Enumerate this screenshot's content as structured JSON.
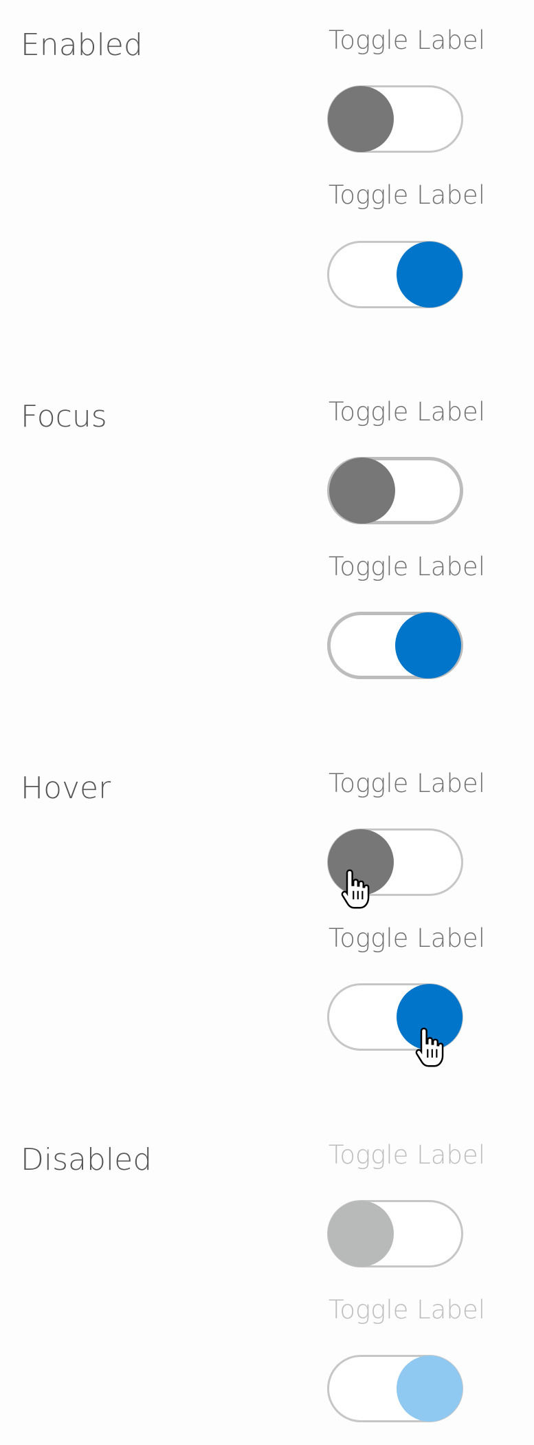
{
  "sections": [
    {
      "title": "Enabled",
      "toggles": [
        {
          "label": "Toggle Label",
          "state": "off"
        },
        {
          "label": "Toggle Label",
          "state": "on"
        }
      ]
    },
    {
      "title": "Focus",
      "toggles": [
        {
          "label": "Toggle Label",
          "state": "off"
        },
        {
          "label": "Toggle Label",
          "state": "on"
        }
      ]
    },
    {
      "title": "Hover",
      "toggles": [
        {
          "label": "Toggle Label",
          "state": "off"
        },
        {
          "label": "Toggle Label",
          "state": "on"
        }
      ]
    },
    {
      "title": "Disabled",
      "toggles": [
        {
          "label": "Toggle Label",
          "state": "off"
        },
        {
          "label": "Toggle Label",
          "state": "on"
        }
      ]
    }
  ],
  "colors": {
    "text": "#555555",
    "label": "#707070",
    "label_disabled": "#bdbdbd",
    "knob_off": "#777777",
    "knob_on": "#0075c9",
    "knob_off_disabled": "#b8b9b9",
    "knob_on_disabled": "#8fc8f1",
    "track_border": "#c6c6c6"
  },
  "icons": {
    "cursor": "hand-pointer-icon"
  }
}
